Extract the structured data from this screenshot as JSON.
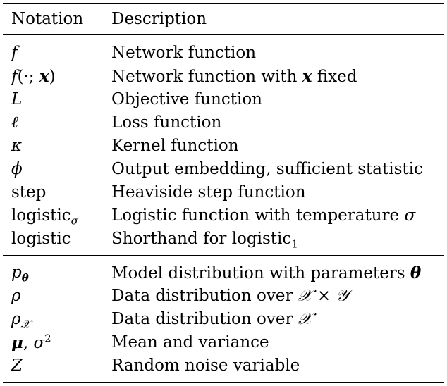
{
  "header": {
    "notation": "Notation",
    "description": "Description"
  },
  "section1": [
    {
      "notation_html": "<span class=\"math\">f</span>",
      "description": "Network function"
    },
    {
      "notation_html": "<span class=\"math\">f<span class=\"upright\">(·;</span> <b>x</b><span class=\"upright\">)</span></span>",
      "description_html": "Network function with <span class=\"math\"><b>x</b></span> fixed"
    },
    {
      "notation_html": "<span class=\"math\">L</span>",
      "description": "Objective function"
    },
    {
      "notation_html": "<span class=\"math\">ℓ</span>",
      "description": "Loss function"
    },
    {
      "notation_html": "<span class=\"math\">κ</span>",
      "description": "Kernel function"
    },
    {
      "notation_html": "<span class=\"math\">ϕ</span>",
      "description": "Output embedding, sufficient statistic"
    },
    {
      "notation_html": "step",
      "description": "Heaviside step function"
    },
    {
      "notation_html": "logistic<sub class=\"math\">σ</sub>",
      "description_html": "Logistic function with temperature <span class=\"math\">σ</span>"
    },
    {
      "notation_html": "logistic",
      "description_html": "Shorthand for logistic<sub>1</sub>"
    }
  ],
  "section2": [
    {
      "notation_html": "<span class=\"math\">p<sub><b>θ</b></sub></span>",
      "description_html": "Model distribution with parameters <span class=\"math\"><b>θ</b></span>"
    },
    {
      "notation_html": "<span class=\"math\">ρ</span>",
      "description_html": "Data distribution over <span class=\"math\">𝒳</span> × <span class=\"math\">𝒴</span>"
    },
    {
      "notation_html": "<span class=\"math\">ρ<sub>𝒳</sub></span>",
      "description_html": "Data distribution over <span class=\"math\">𝒳</span>"
    },
    {
      "notation_html": "<span class=\"math\"><b>μ</b><span class=\"upright\">,</span> σ<sup class=\"upright\">2</sup></span>",
      "description": "Mean and variance"
    },
    {
      "notation_html": "<span class=\"math\">Z</span>",
      "description": "Random noise variable"
    }
  ]
}
